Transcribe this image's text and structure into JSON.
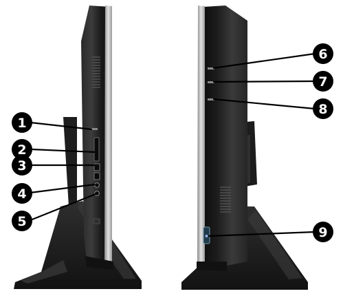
{
  "figure": {
    "left_view": "left-side view of all-in-one computer",
    "right_view": "right-side view of all-in-one computer"
  },
  "callouts": [
    {
      "number": "1",
      "side": "left"
    },
    {
      "number": "2",
      "side": "left"
    },
    {
      "number": "3",
      "side": "left"
    },
    {
      "number": "4",
      "side": "left"
    },
    {
      "number": "5",
      "side": "left"
    },
    {
      "number": "6",
      "side": "right"
    },
    {
      "number": "7",
      "side": "right"
    },
    {
      "number": "8",
      "side": "right"
    },
    {
      "number": "9",
      "side": "right"
    }
  ],
  "colors": {
    "bezel": "#1c1c1c",
    "bezel_highlight": "#4a4a4a",
    "silver_edge": "#c9c9c9",
    "stand": "#222222",
    "callout_fill": "#000000",
    "callout_text": "#ffffff"
  }
}
